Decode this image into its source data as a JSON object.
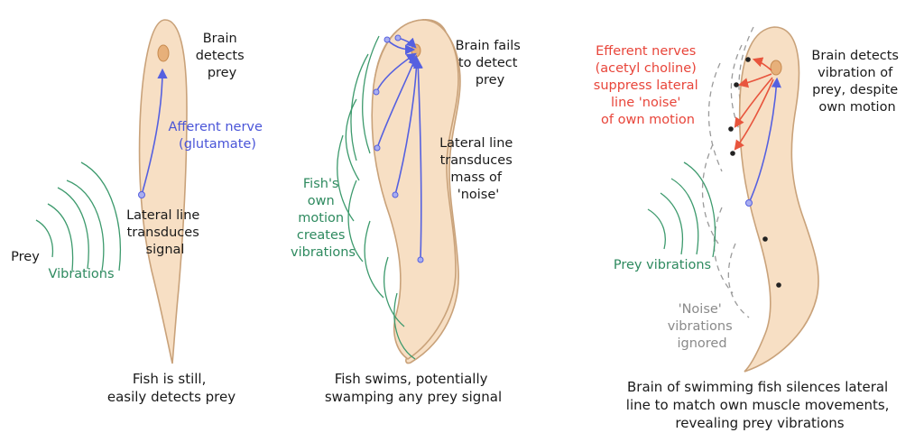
{
  "panel1": {
    "brain_label": [
      "Brain",
      "detects",
      "prey"
    ],
    "nerve_label": [
      "Afferent nerve",
      "(glutamate)"
    ],
    "lateral_label": [
      "Lateral line",
      "transduces",
      "signal"
    ],
    "prey_label": "Prey",
    "vibrations_label": "Vibrations",
    "caption": [
      "Fish is still,",
      "easily detects prey"
    ]
  },
  "panel2": {
    "brain_label": [
      "Brain fails",
      "to detect",
      "prey"
    ],
    "lateral_label": [
      "Lateral line",
      "transduces",
      "mass of",
      "'noise'"
    ],
    "own_motion_label": [
      "Fish's",
      "own",
      "motion",
      "creates",
      "vibrations"
    ],
    "caption": [
      "Fish swims, potentially",
      "swamping any prey signal"
    ]
  },
  "panel3": {
    "efferent_label": [
      "Efferent nerves",
      "(acetyl choline)",
      "suppress lateral",
      "line 'noise'",
      "of own motion"
    ],
    "brain_label": [
      "Brain detects",
      "vibration of",
      "prey, despite",
      "own motion"
    ],
    "prey_vib_label": "Prey vibrations",
    "noise_label": [
      "'Noise'",
      "vibrations",
      "ignored"
    ],
    "caption": [
      "Brain of swimming fish silences lateral",
      "line to match own muscle movements,",
      "revealing prey vibrations"
    ]
  },
  "colors": {
    "fish_body": "#f7dfc4",
    "brain": "#e7b07a",
    "afferent": "#5560e0",
    "efferent": "#e8553d",
    "vibrations": "#3d9a6d",
    "noise": "#9a9a9a"
  }
}
